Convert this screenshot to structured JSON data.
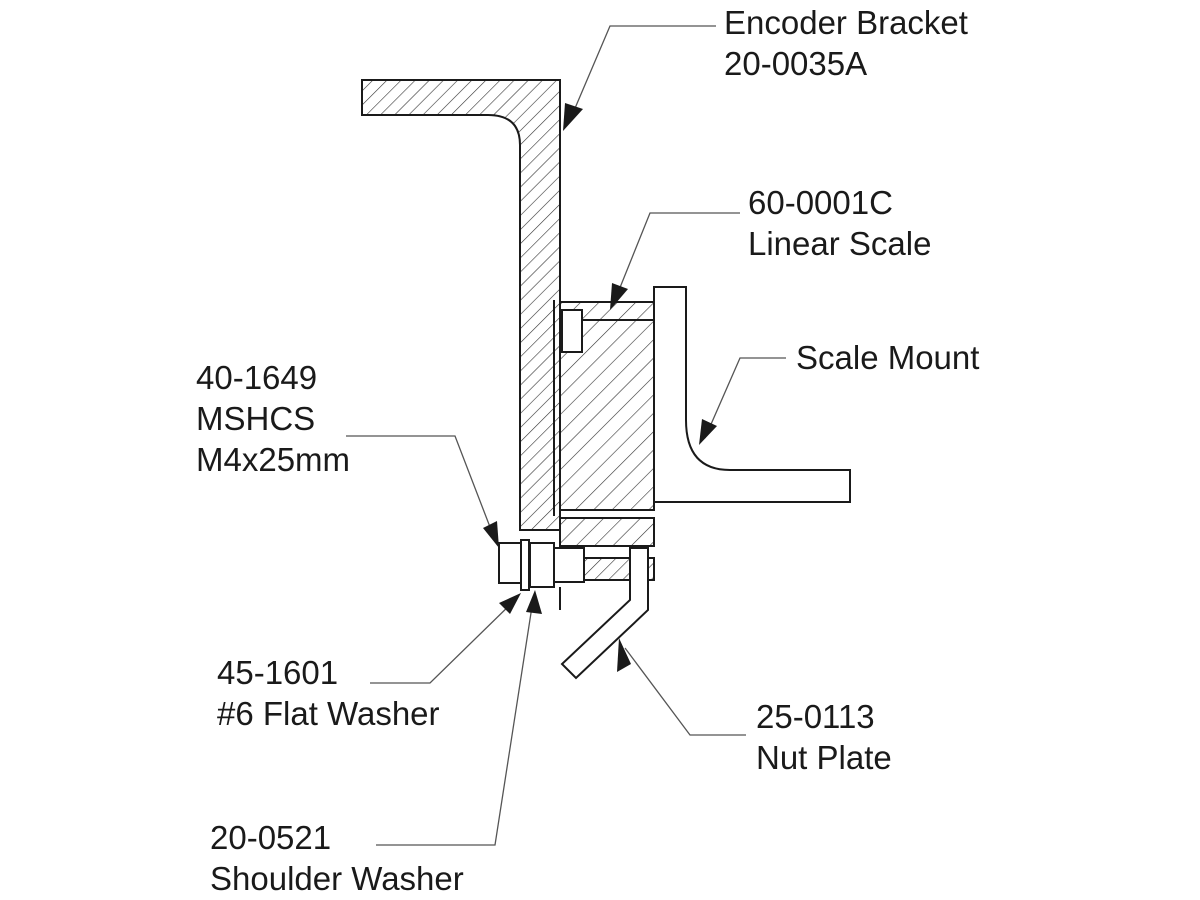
{
  "labels": {
    "encoder_bracket": {
      "line1": "Encoder Bracket",
      "line2": "20-0035A"
    },
    "linear_scale": {
      "line1": "60-0001C",
      "line2": "Linear Scale"
    },
    "scale_mount": {
      "line1": "Scale Mount"
    },
    "mshcs": {
      "line1": "40-1649",
      "line2": "MSHCS",
      "line3": "M4x25mm"
    },
    "flat_washer": {
      "line1": "45-1601",
      "line2": "#6 Flat Washer"
    },
    "nut_plate": {
      "line1": "25-0113",
      "line2": "Nut Plate"
    },
    "shoulder_washer": {
      "line1": "20-0521",
      "line2": "Shoulder Washer"
    }
  },
  "colors": {
    "ink": "#1a1a1a",
    "leader": "#555555",
    "hatch": "#333333"
  }
}
